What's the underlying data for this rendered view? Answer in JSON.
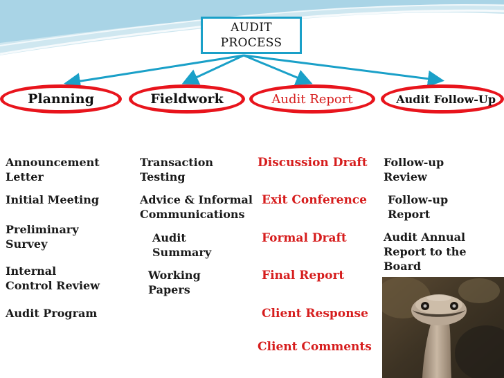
{
  "title": {
    "line1": "AUDIT",
    "line2": "PROCESS"
  },
  "phases": [
    {
      "label": "Planning"
    },
    {
      "label": "Fieldwork"
    },
    {
      "label": "Audit Report"
    },
    {
      "label": "Audit Follow-Up"
    }
  ],
  "planning_items": [
    [
      "Announcement",
      "Letter"
    ],
    [
      "Initial Meeting"
    ],
    [
      "Preliminary",
      "Survey"
    ],
    [
      "Internal",
      "Control Review"
    ],
    [
      "Audit Program"
    ]
  ],
  "fieldwork_items": [
    [
      "Transaction",
      "Testing"
    ],
    [
      "Advice & Informal",
      "Communications"
    ],
    [
      "Audit",
      "Summary"
    ],
    [
      "Working",
      "Papers"
    ]
  ],
  "report_items": [
    "Discussion Draft",
    "Exit Conference",
    "Formal Draft",
    "Final Report",
    "Client Response",
    "Client Comments"
  ],
  "followup_items": [
    [
      "Follow-up",
      "Review"
    ],
    [
      "Follow-up",
      "Report"
    ],
    [
      "Audit Annual",
      "Report to the",
      "Board"
    ]
  ],
  "colors": {
    "accent_border": "#1aa0c8",
    "ellipse": "#e8141c",
    "report_text": "#d61d1d",
    "body_text": "#1a1a1a"
  },
  "image": {
    "subject": "ostrich-photo"
  }
}
